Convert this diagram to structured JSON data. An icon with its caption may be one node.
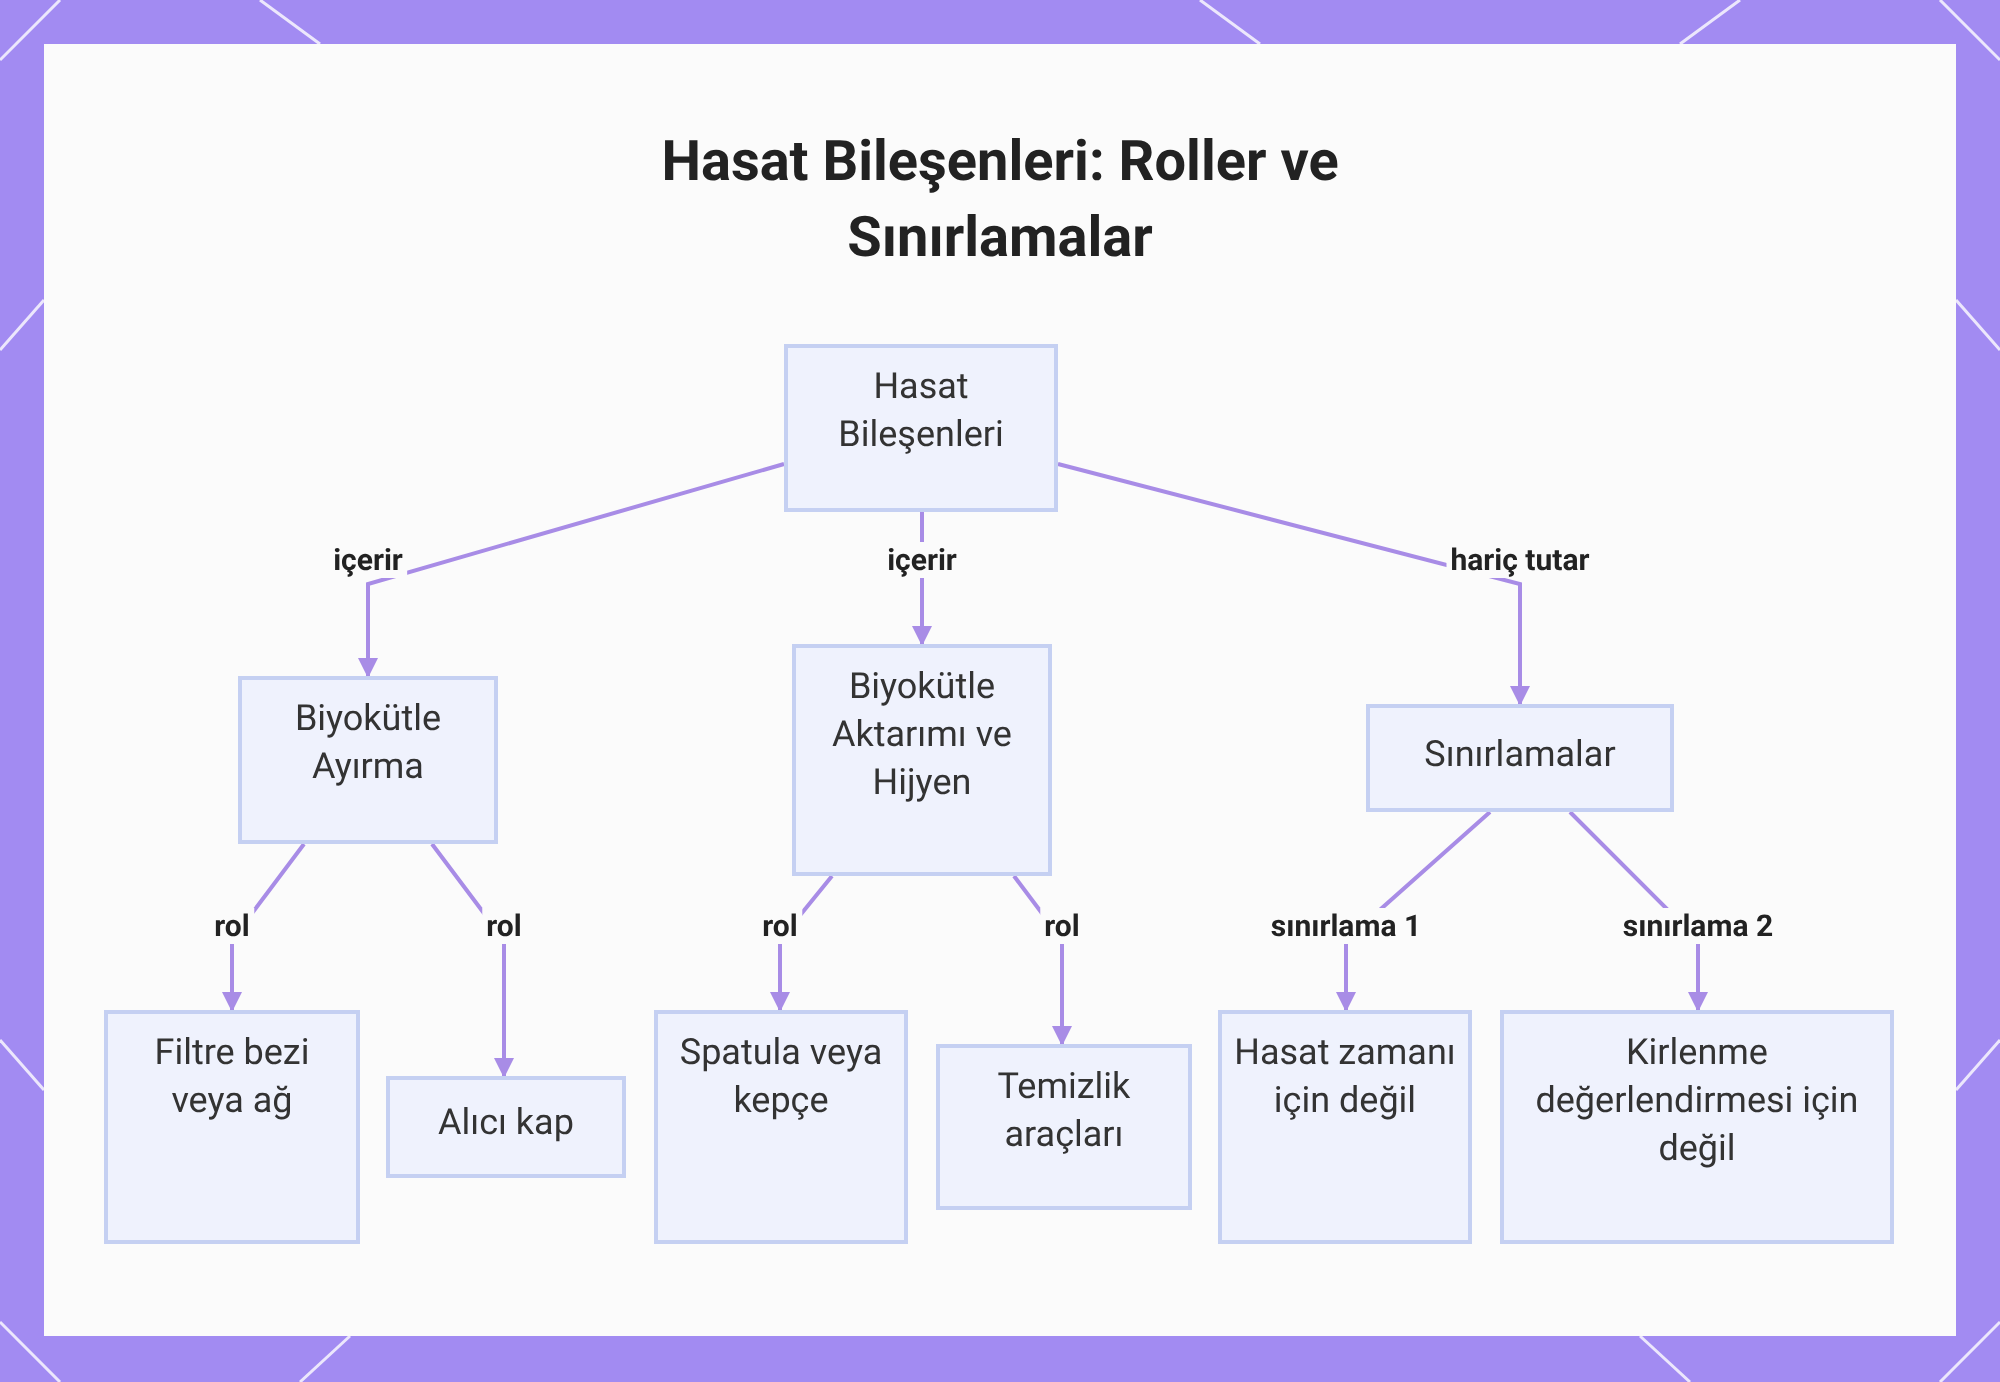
{
  "diagram": {
    "title": "Hasat Bileşenleri: Roller ve Sınırlamalar",
    "nodes": [
      {
        "text": [
          "Hasat Bileşenleri"
        ]
      },
      {
        "text": [
          "Biyokütle Ayırma"
        ]
      },
      {
        "text": [
          "Biyokütle Aktarımı ve Hijyen"
        ]
      },
      {
        "text": [
          "Sınırlamalar"
        ]
      },
      {
        "text": [
          "Filtre bezi veya ağ"
        ]
      },
      {
        "text": [
          "Alıcı kap"
        ]
      },
      {
        "text": [
          "Spatula veya kepçe"
        ]
      },
      {
        "text": [
          "Temizlik araçları"
        ]
      },
      {
        "text": [
          "Hasat zamanı için değil"
        ]
      },
      {
        "text": [
          "Kirlenme değerlendirmesi için değil"
        ]
      }
    ],
    "edges": [
      {
        "from": 0,
        "to": 1,
        "arrow": "to",
        "label": "içerir"
      },
      {
        "from": 0,
        "to": 2,
        "arrow": "to",
        "label": "içerir"
      },
      {
        "from": 0,
        "to": 3,
        "arrow": "to",
        "label": "hariç tutar"
      },
      {
        "from": 1,
        "to": 4,
        "arrow": "to",
        "label": "rol"
      },
      {
        "from": 1,
        "to": 5,
        "arrow": "to",
        "label": "rol"
      },
      {
        "from": 2,
        "to": 6,
        "arrow": "to",
        "label": "rol"
      },
      {
        "from": 2,
        "to": 7,
        "arrow": "to",
        "label": "rol"
      },
      {
        "from": 3,
        "to": 8,
        "arrow": "to",
        "label": "sınırlama 1"
      },
      {
        "from": 3,
        "to": 9,
        "arrow": "to",
        "label": "sınırlama 2"
      }
    ]
  }
}
